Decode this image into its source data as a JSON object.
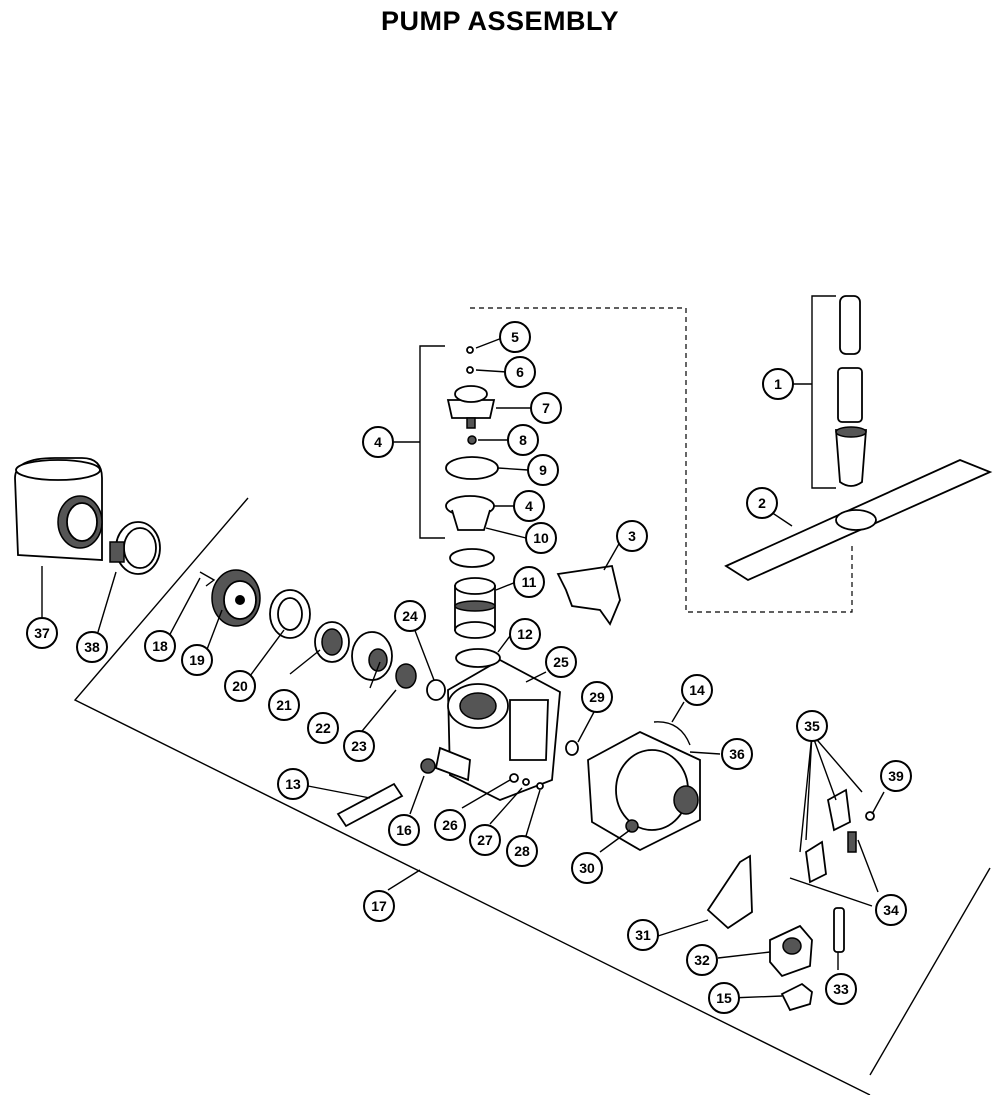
{
  "title": "PUMP ASSEMBLY",
  "callouts": [
    {
      "id": "c1",
      "label": "1"
    },
    {
      "id": "c2",
      "label": "2"
    },
    {
      "id": "c3",
      "label": "3"
    },
    {
      "id": "c4a",
      "label": "4"
    },
    {
      "id": "c4b",
      "label": "4"
    },
    {
      "id": "c5",
      "label": "5"
    },
    {
      "id": "c6",
      "label": "6"
    },
    {
      "id": "c7",
      "label": "7"
    },
    {
      "id": "c8",
      "label": "8"
    },
    {
      "id": "c9",
      "label": "9"
    },
    {
      "id": "c10",
      "label": "10"
    },
    {
      "id": "c11",
      "label": "11"
    },
    {
      "id": "c12",
      "label": "12"
    },
    {
      "id": "c13",
      "label": "13"
    },
    {
      "id": "c14",
      "label": "14"
    },
    {
      "id": "c15",
      "label": "15"
    },
    {
      "id": "c16",
      "label": "16"
    },
    {
      "id": "c17",
      "label": "17"
    },
    {
      "id": "c18",
      "label": "18"
    },
    {
      "id": "c19",
      "label": "19"
    },
    {
      "id": "c20",
      "label": "20"
    },
    {
      "id": "c21",
      "label": "21"
    },
    {
      "id": "c22",
      "label": "22"
    },
    {
      "id": "c23",
      "label": "23"
    },
    {
      "id": "c24",
      "label": "24"
    },
    {
      "id": "c25",
      "label": "25"
    },
    {
      "id": "c26",
      "label": "26"
    },
    {
      "id": "c27",
      "label": "27"
    },
    {
      "id": "c28",
      "label": "28"
    },
    {
      "id": "c29",
      "label": "29"
    },
    {
      "id": "c30",
      "label": "30"
    },
    {
      "id": "c31",
      "label": "31"
    },
    {
      "id": "c32",
      "label": "32"
    },
    {
      "id": "c33",
      "label": "33"
    },
    {
      "id": "c34",
      "label": "34"
    },
    {
      "id": "c35",
      "label": "35"
    },
    {
      "id": "c36",
      "label": "36"
    },
    {
      "id": "c37",
      "label": "37"
    },
    {
      "id": "c38",
      "label": "38"
    },
    {
      "id": "c39",
      "label": "39"
    }
  ]
}
